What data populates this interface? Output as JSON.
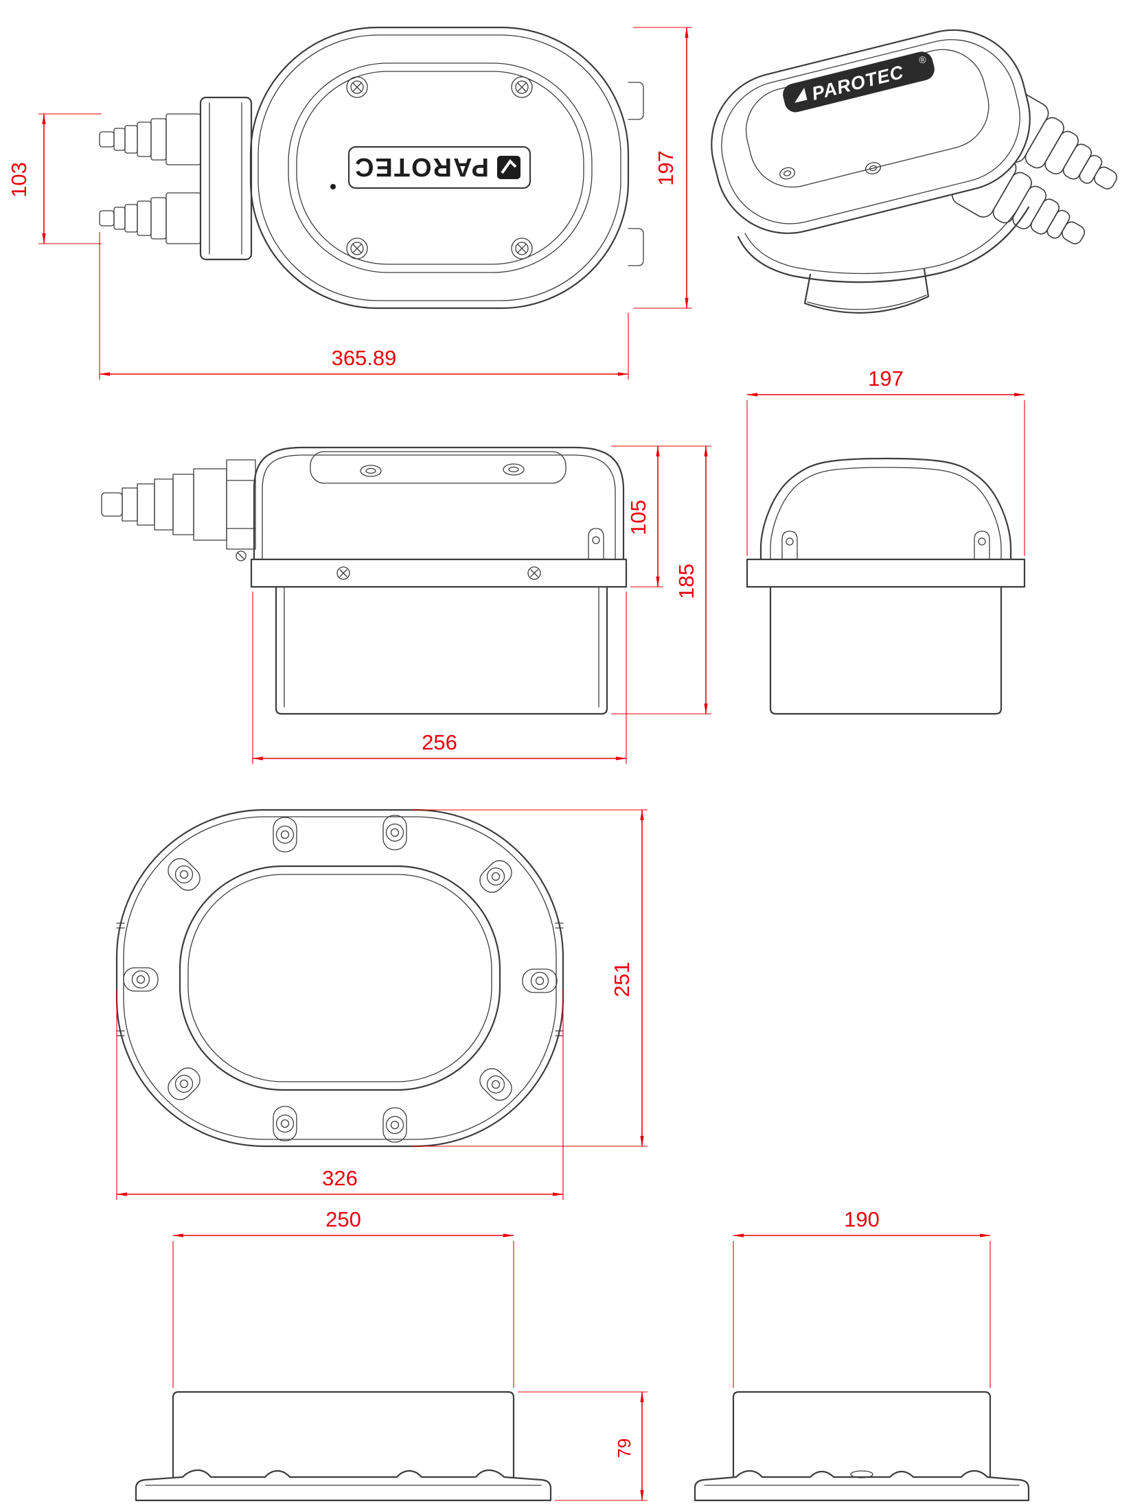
{
  "brand": "PAROTEC",
  "registered": "®",
  "dim_color": "#e8000a",
  "line_color": "#3c3c3c",
  "dims": {
    "gland_span": "103",
    "overall_length": "365.89",
    "body_height": "197",
    "front_width": "197",
    "lid_height": "105",
    "total_height": "185",
    "side_length": "256",
    "bottom_depth": "251",
    "bottom_length": "326",
    "base_length": "250",
    "base_height": "79",
    "base_width": "190"
  }
}
